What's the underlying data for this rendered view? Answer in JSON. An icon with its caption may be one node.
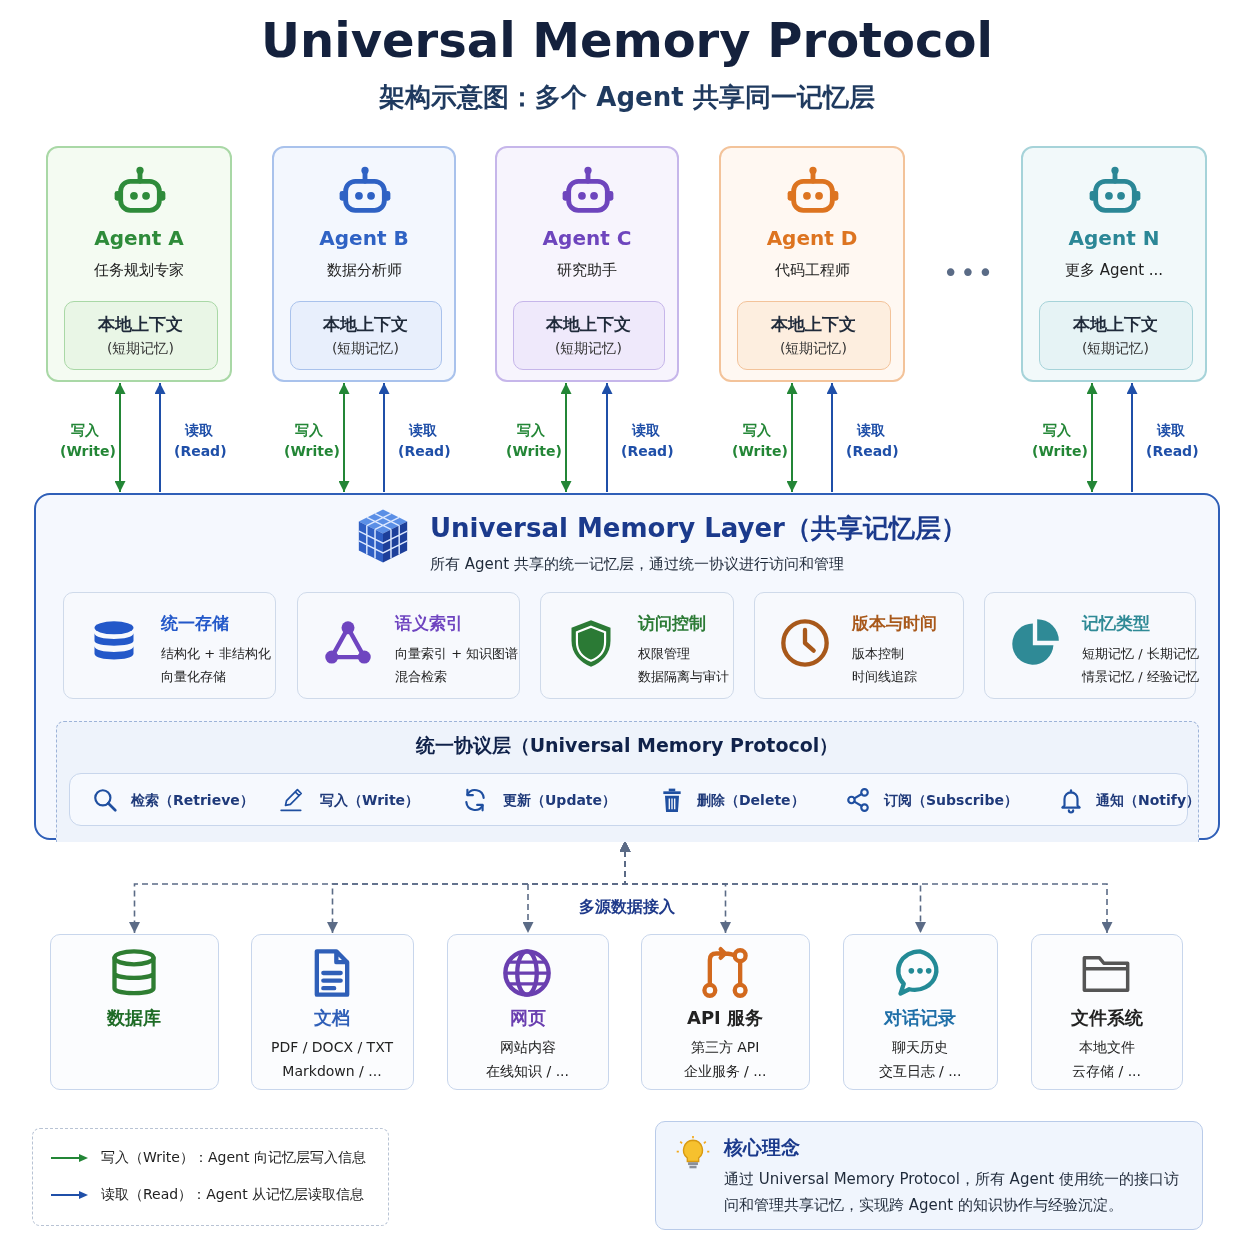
{
  "diagram": {
    "title": "Universal Memory Protocol",
    "nodes": [
      {
        "text": [
          "Agent A",
          "任务规划专家"
        ]
      },
      {
        "text": [
          "本地上下文",
          "(短期记忆)"
        ],
        "in": 0
      },
      {
        "text": [
          "Agent B",
          "数据分析师"
        ]
      },
      {
        "text": [
          "本地上下文",
          "(短期记忆)"
        ],
        "in": 2
      },
      {
        "text": [
          "Agent C",
          "研究助手"
        ]
      },
      {
        "text": [
          "本地上下文",
          "(短期记忆)"
        ],
        "in": 4
      },
      {
        "text": [
          "Agent D",
          "代码工程师"
        ]
      },
      {
        "text": [
          "本地上下文",
          "(短期记忆)"
        ],
        "in": 6
      },
      {
        "text": [
          "Agent N",
          "更多 Agent ..."
        ]
      },
      {
        "text": [
          "本地上下文",
          "(短期记忆)"
        ],
        "in": 8
      },
      {
        "text": [
          "Universal Memory Layer（共享记忆层）",
          "所有 Agent 共享的统一记忆层，通过统一协议进行访问和管理"
        ]
      },
      {
        "text": [
          "统一存储",
          "结构化 + 非结构化",
          "向量化存储"
        ],
        "in": 10
      },
      {
        "text": [
          "语义索引",
          "向量索引 + 知识图谱",
          "混合检索"
        ],
        "in": 10
      },
      {
        "text": [
          "访问控制",
          "权限管理",
          "数据隔离与审计"
        ],
        "in": 10
      },
      {
        "text": [
          "版本与时间",
          "版本控制",
          "时间线追踪"
        ],
        "in": 10
      },
      {
        "text": [
          "记忆类型",
          "短期记忆 / 长期记忆",
          "情景记忆 / 经验记忆"
        ],
        "in": 10
      },
      {
        "text": [
          "统一协议层（Universal Memory Protocol）"
        ],
        "in": 10
      },
      {
        "text": [
          "检索（Retrieve）",
          "写入（Write）",
          "更新（Update）",
          "删除（Delete）",
          "订阅（Subscribe）",
          "通知（Notify）"
        ],
        "in": 16
      },
      {
        "text": [
          "数据库"
        ]
      },
      {
        "text": [
          "文档",
          "PDF / DOCX / TXT",
          "Markdown / ..."
        ]
      },
      {
        "text": [
          "网页",
          "网站内容",
          "在线知识 / ..."
        ]
      },
      {
        "text": [
          "API 服务",
          "第三方 API",
          "企业服务 / ..."
        ]
      },
      {
        "text": [
          "对话记录",
          "聊天历史",
          "交互日志 / ..."
        ]
      },
      {
        "text": [
          "文件系统",
          "本地文件",
          "云存储 / ..."
        ]
      },
      {
        "text": [
          "核心理念",
          "通过 Universal Memory Protocol，所有 Agent 使用统一的接口访问和管理共享记忆，实现跨 Agent 的知识协作与经验沉淀。"
        ]
      }
    ],
    "edges": [
      {
        "from": 0,
        "to": 10,
        "arrow": "both",
        "label": "写入 (Write)",
        "color": "#238636"
      },
      {
        "from": 10,
        "to": 0,
        "arrow": "to",
        "label": "读取 (Read)",
        "color": "#1f4fa8"
      },
      {
        "from": 2,
        "to": 10,
        "arrow": "both",
        "label": "写入 (Write)",
        "color": "#238636"
      },
      {
        "from": 10,
        "to": 2,
        "arrow": "to",
        "label": "读取 (Read)",
        "color": "#1f4fa8"
      },
      {
        "from": 4,
        "to": 10,
        "arrow": "both",
        "label": "写入 (Write)",
        "color": "#238636"
      },
      {
        "from": 10,
        "to": 4,
        "arrow": "to",
        "label": "读取 (Read)",
        "color": "#1f4fa8"
      },
      {
        "from": 6,
        "to": 10,
        "arrow": "both",
        "label": "写入 (Write)",
        "color": "#238636"
      },
      {
        "from": 10,
        "to": 6,
        "arrow": "to",
        "label": "读取 (Read)",
        "color": "#1f4fa8"
      },
      {
        "from": 8,
        "to": 10,
        "arrow": "both",
        "label": "写入 (Write)",
        "color": "#238636"
      },
      {
        "from": 10,
        "to": 8,
        "arrow": "to",
        "label": "读取 (Read)",
        "color": "#1f4fa8"
      },
      {
        "from": 10,
        "to": 18,
        "arrow": "both",
        "style": "dashed",
        "color": "#5b6b86"
      },
      {
        "from": 10,
        "to": 19,
        "arrow": "both",
        "style": "dashed",
        "color": "#5b6b86"
      },
      {
        "from": 10,
        "to": 20,
        "arrow": "both",
        "style": "dashed",
        "color": "#5b6b86"
      },
      {
        "from": 10,
        "to": 21,
        "arrow": "both",
        "style": "dashed",
        "color": "#5b6b86"
      },
      {
        "from": 10,
        "to": 22,
        "arrow": "both",
        "style": "dashed",
        "color": "#5b6b86"
      },
      {
        "from": 10,
        "to": 23,
        "arrow": "both",
        "style": "dashed",
        "color": "#5b6b86"
      }
    ],
    "labels": [
      "架构示意图：多个 Agent 共享同一记忆层",
      "•••",
      "多源数据接入"
    ],
    "legend": [
      {
        "text": "写入（Write）：Agent 向记忆层写入信息"
      },
      {
        "text": "读取（Read）：Agent 从记忆层读取信息"
      }
    ]
  }
}
